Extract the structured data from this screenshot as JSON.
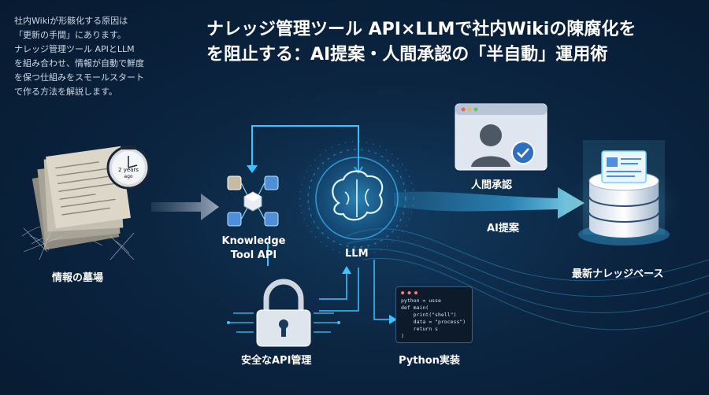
{
  "intro": {
    "lines": [
      "社内Wikiが形骸化する原因は",
      "「更新の手間」にあります。",
      "ナレッジ管理ツール APIとLLM",
      "を組み合わせ、情報が自動で鮮度",
      "を保つ仕組みをスモールスタート",
      "で作る方法を解説します。"
    ]
  },
  "title": {
    "line1": "ナレッジ管理ツール API×LLMで社内Wikiの陳腐化を",
    "line2": "を阻止する：AI提案・人間承認の「半自動」運用術"
  },
  "nodes": {
    "graveyard": "情報の墓場",
    "clock_text_1": "2 years",
    "clock_text_2": "ago",
    "api_line1": "Knowledge",
    "api_line2": "Tool API",
    "llm": "LLM",
    "human": "人間承認",
    "ai": "AI提案",
    "kb": "最新ナレッジベース",
    "security": "安全なAPI管理",
    "python": "Python実装"
  },
  "code": {
    "dots": "● ● ●",
    "lines": [
      "python = usse",
      "def main(",
      "    print(\"shell\")",
      "    data = \"process\")",
      "    return s",
      ")"
    ]
  },
  "colors": {
    "accent": "#3fc3ff",
    "glow": "#7fe3ff",
    "background": "#0b2440"
  }
}
